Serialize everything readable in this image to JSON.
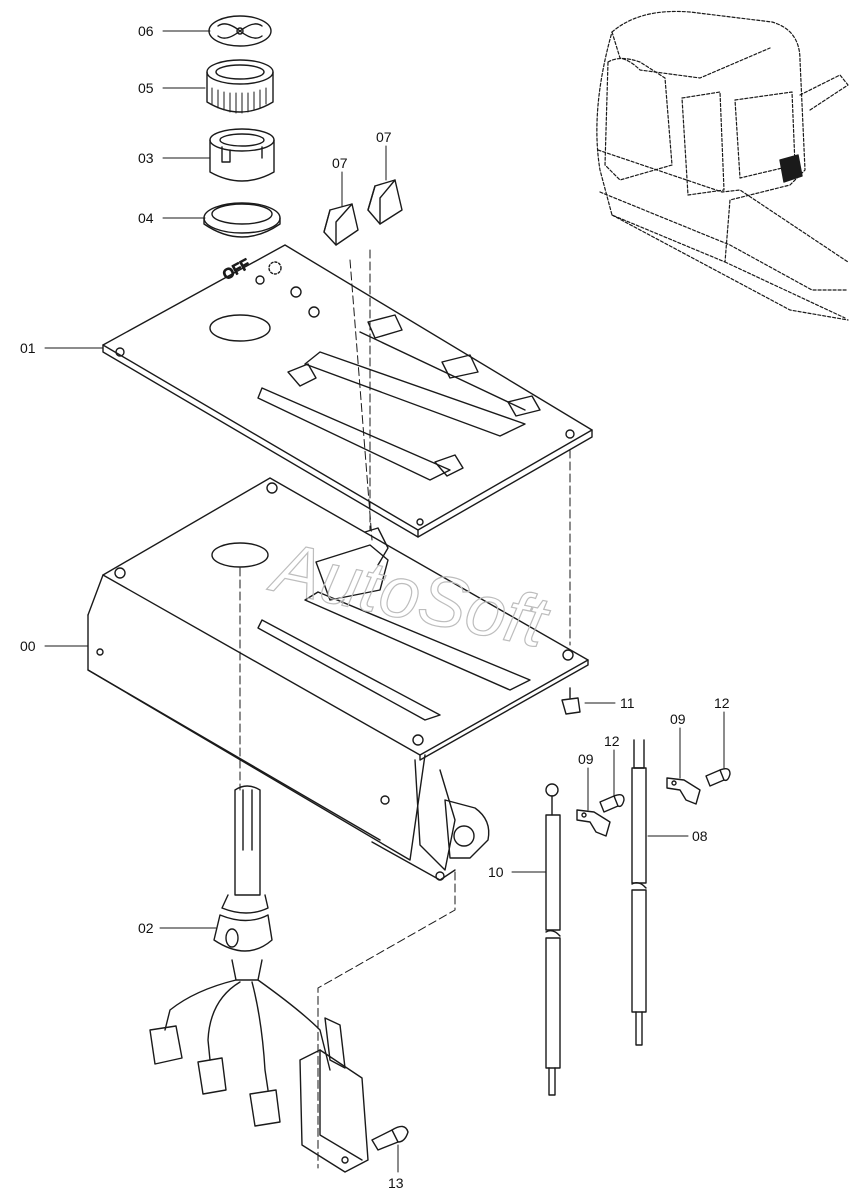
{
  "watermark": "AutoSoft",
  "colors": {
    "ink": "#1a1a1a",
    "paper": "#ffffff",
    "watermark": "#bdbdbd"
  },
  "callouts": {
    "c06": "06",
    "c05": "05",
    "c03": "03",
    "c04": "04",
    "c07a": "07",
    "c07b": "07",
    "c01": "01",
    "c00": "00",
    "c11": "11",
    "c12a": "12",
    "c12b": "12",
    "c09a": "09",
    "c09b": "09",
    "c08": "08",
    "c10": "10",
    "c02": "02",
    "c13": "13"
  },
  "panel_text": {
    "off": "OFF"
  }
}
